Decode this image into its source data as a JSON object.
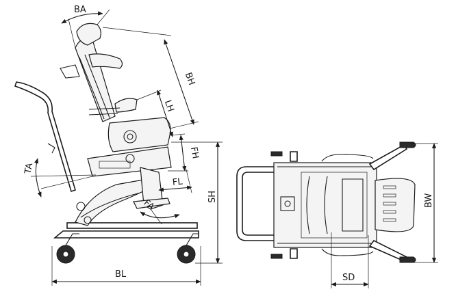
{
  "dimensions": {
    "ba": "BA",
    "bh": "BH",
    "lh": "LH",
    "fh": "FH",
    "fl": "FL",
    "fa": "FA",
    "ta": "TA",
    "sh": "SH",
    "bl": "BL",
    "bw": "BW",
    "sd": "SD"
  },
  "colors": {
    "line": "#1a1a1a",
    "background": "#ffffff"
  }
}
